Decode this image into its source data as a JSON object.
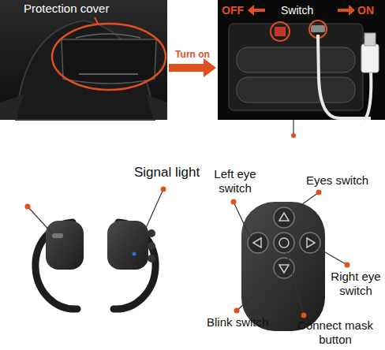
{
  "diagram": {
    "labels": [
      "Protection cover",
      "Turn on",
      "OFF",
      "Switch",
      "ON",
      "Signal light",
      "Left eye switch",
      "Eyes switch",
      "Right eye switch",
      "Blink switch",
      "Connect mask button"
    ]
  }
}
